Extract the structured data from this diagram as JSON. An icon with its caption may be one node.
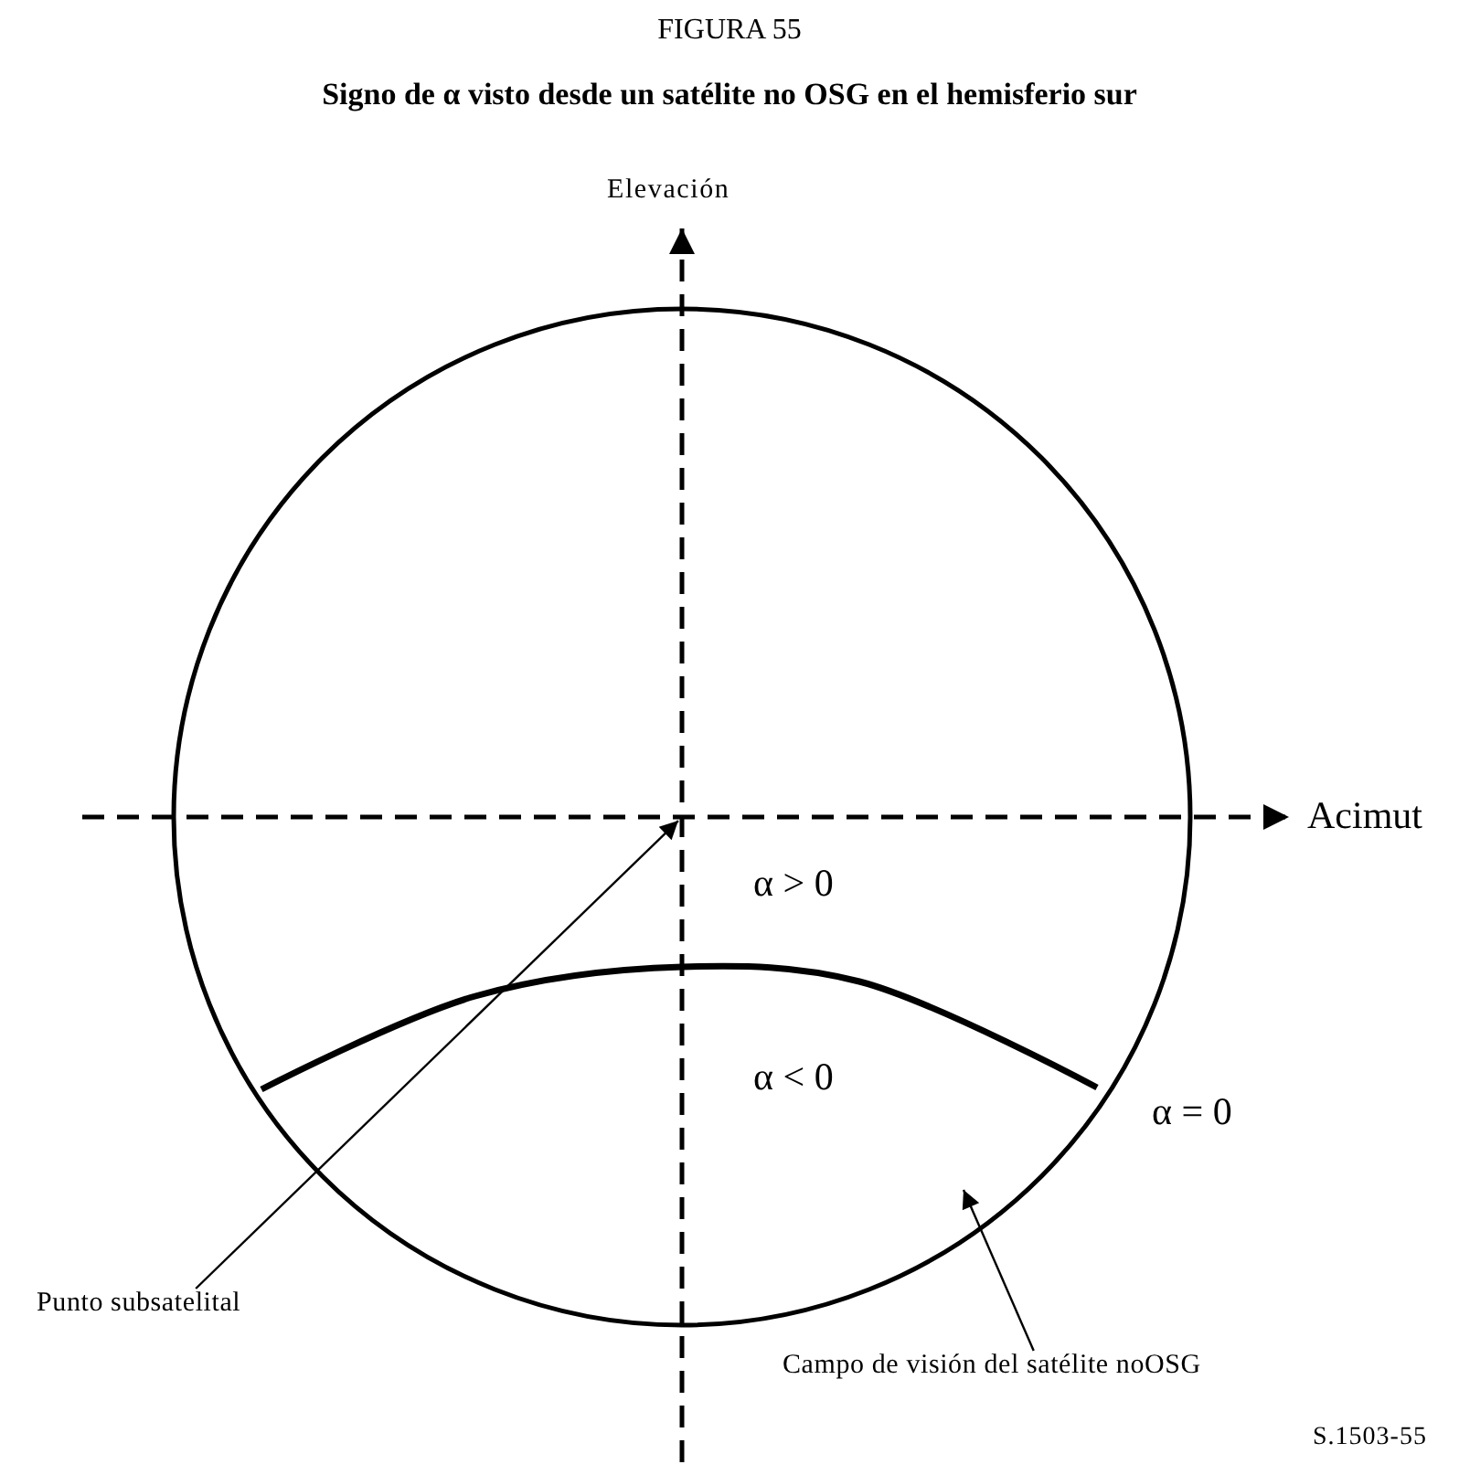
{
  "diagram": {
    "title": "FIGURA 55",
    "caption": "Signo de α visto desde un satélite no OSG en el hemisferio sur",
    "nodes": [
      {
        "text": [],
        "shape": "circle"
      },
      {
        "text": [
          "Punto subsatelital"
        ]
      },
      {
        "text": [
          "Campo de visión del satélite noOSG"
        ]
      }
    ],
    "edges": [
      {
        "from": 1,
        "to": 0,
        "arrow": "to"
      },
      {
        "from": 2,
        "to": 0,
        "arrow": "to"
      }
    ],
    "labels": [
      "Elevación",
      "Acimut",
      "α > 0",
      "α < 0",
      "α = 0",
      "S.1503-55"
    ]
  }
}
